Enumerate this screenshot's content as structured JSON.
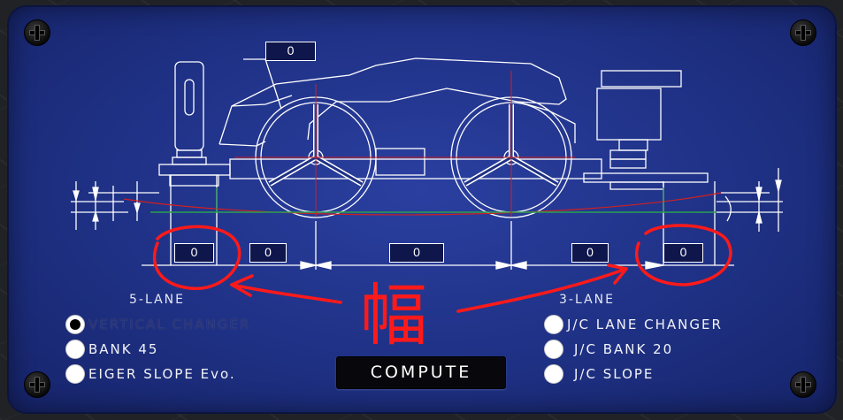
{
  "dimensions": {
    "top_width": "0",
    "bottom_left_width": "0",
    "bottom_left_gap": "0",
    "bottom_center": "0",
    "bottom_right_gap": "0",
    "bottom_right_width": "0"
  },
  "annotation": {
    "glyph": "幅",
    "color": "#ff1a1a"
  },
  "five_lane": {
    "title": "5-LANE",
    "options": [
      {
        "label": "VERTICAL CHANGER",
        "checked": true
      },
      {
        "label": "BANK 45",
        "checked": false
      },
      {
        "label": "EIGER SLOPE Evo.",
        "checked": false
      }
    ]
  },
  "three_lane": {
    "title": "3-LANE",
    "options": [
      {
        "label": "J/C LANE CHANGER",
        "checked": false
      },
      {
        "label": "J/C BANK 20",
        "checked": false
      },
      {
        "label": "J/C SLOPE",
        "checked": false
      }
    ]
  },
  "compute_button": {
    "label": "COMPUTE"
  },
  "colors": {
    "panel": "#1f3185",
    "line": "#ffffff",
    "centerline": "#d02020",
    "track": "#2aa050"
  },
  "icons": [
    "screw-icon",
    "radio-icon",
    "car-blueprint-icon"
  ]
}
